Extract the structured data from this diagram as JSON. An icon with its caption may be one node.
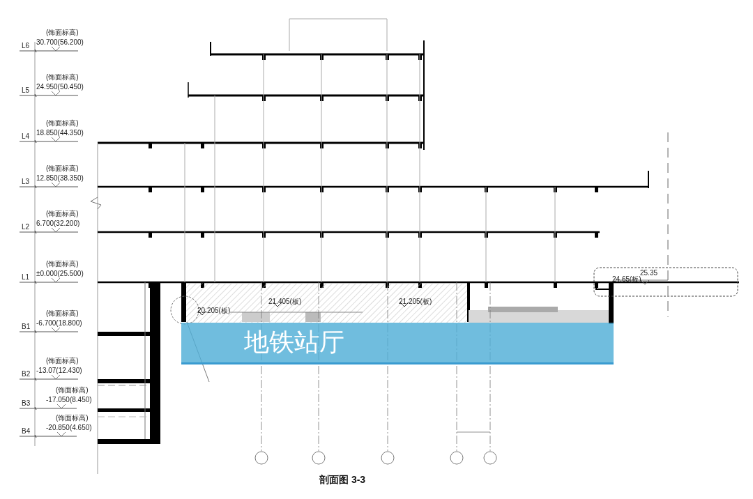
{
  "diagram": {
    "caption": "剖面图 3-3",
    "nodes": [
      {
        "text": [
          "地铁站厅"
        ]
      }
    ],
    "labels": [
      "(饰面标高)",
      "30.700(56.200)",
      "L6",
      "(饰面标高)",
      "24.950(50.450)",
      "L5",
      "(饰面标高)",
      "18.850(44.350)",
      "L4",
      "(饰面标高)",
      "12.850(38.350)",
      "L3",
      "(饰面标高)",
      "6.700(32.200)",
      "L2",
      "(饰面标高)",
      "±0.000(25.500)",
      "L1",
      "(饰面标高)",
      "-6.700(18.800)",
      "B1",
      "(饰面标高)",
      "-13.07(12.430)",
      "B2",
      "(饰面标高)",
      "-17.050(8.450)",
      "B3",
      "(饰面标高)",
      "-20.850(4.650)",
      "B4",
      "25.35",
      "24.65(板)",
      "21.405(板)",
      "21.205(板)",
      "20.205(板)"
    ]
  }
}
